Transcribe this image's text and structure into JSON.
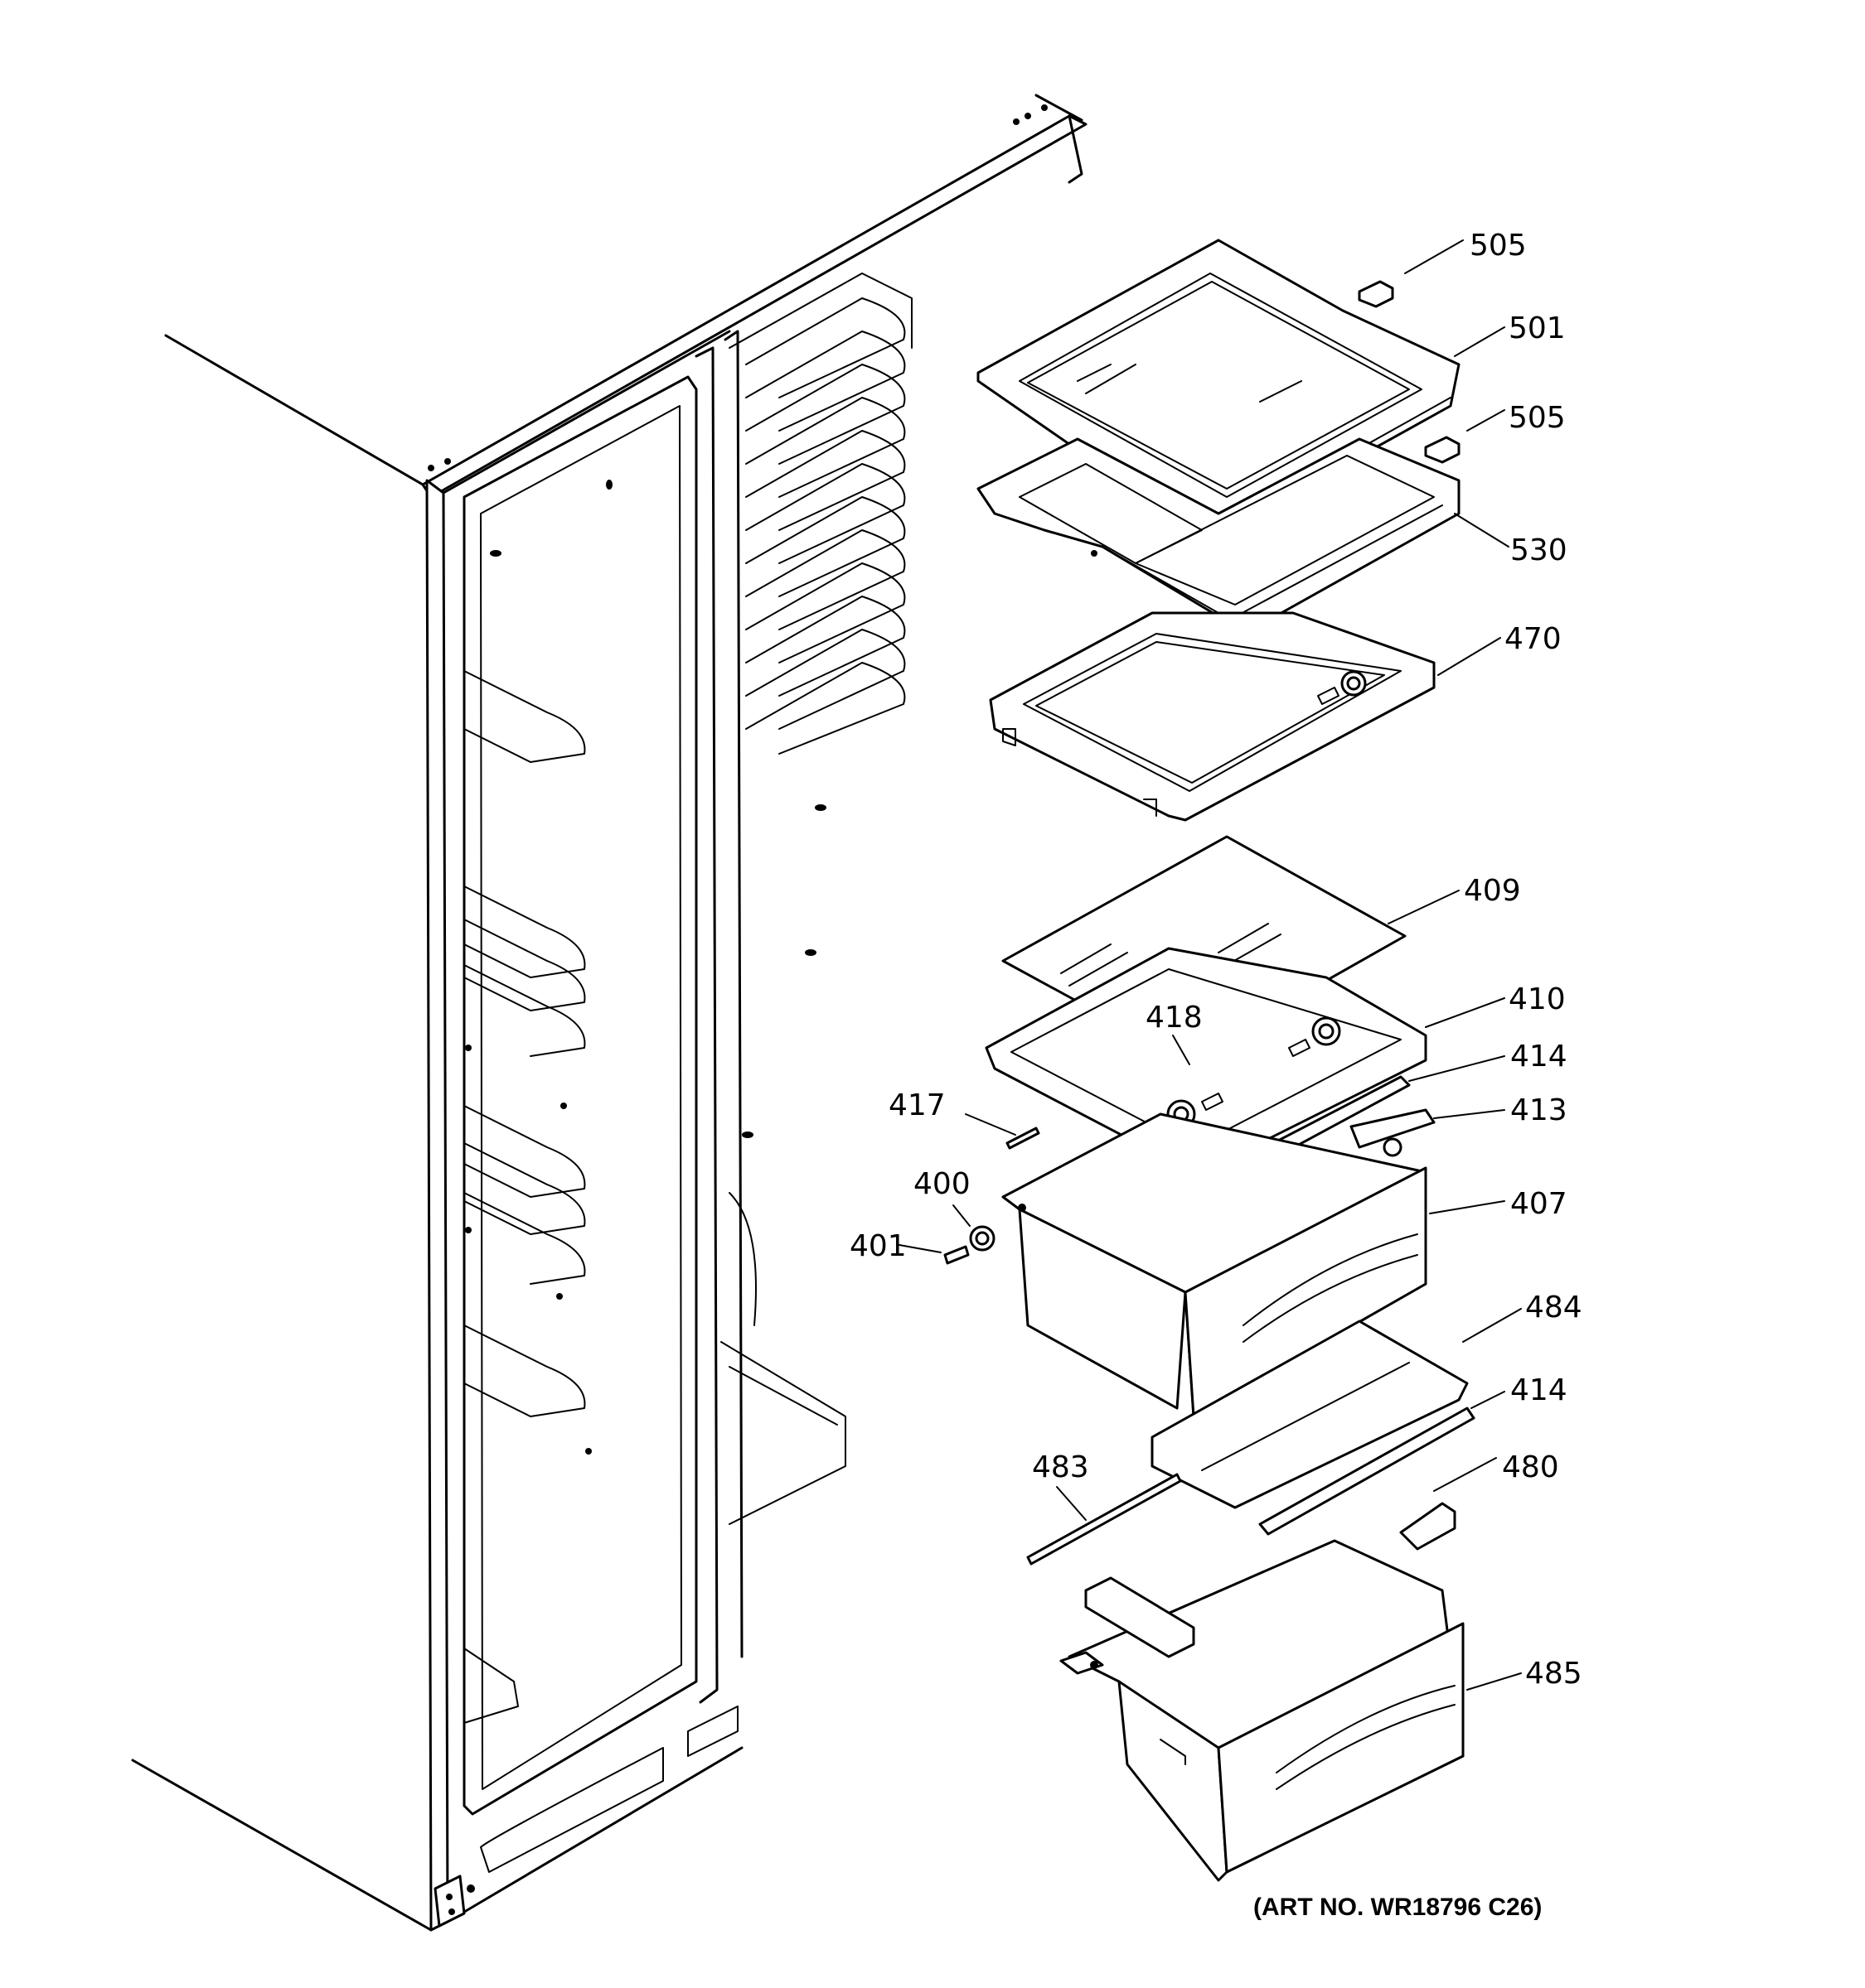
{
  "callouts": [
    {
      "id": "505a",
      "text": "505"
    },
    {
      "id": "501",
      "text": "501"
    },
    {
      "id": "505b",
      "text": "505"
    },
    {
      "id": "530",
      "text": "530"
    },
    {
      "id": "470",
      "text": "470"
    },
    {
      "id": "409",
      "text": "409"
    },
    {
      "id": "410",
      "text": "410"
    },
    {
      "id": "418",
      "text": "418"
    },
    {
      "id": "414a",
      "text": "414"
    },
    {
      "id": "413",
      "text": "413"
    },
    {
      "id": "417",
      "text": "417"
    },
    {
      "id": "400",
      "text": "400"
    },
    {
      "id": "407",
      "text": "407"
    },
    {
      "id": "401",
      "text": "401"
    },
    {
      "id": "484",
      "text": "484"
    },
    {
      "id": "414b",
      "text": "414"
    },
    {
      "id": "483",
      "text": "483"
    },
    {
      "id": "480",
      "text": "480"
    },
    {
      "id": "485",
      "text": "485"
    }
  ],
  "art_number": "(ART NO. WR18796 C26)"
}
